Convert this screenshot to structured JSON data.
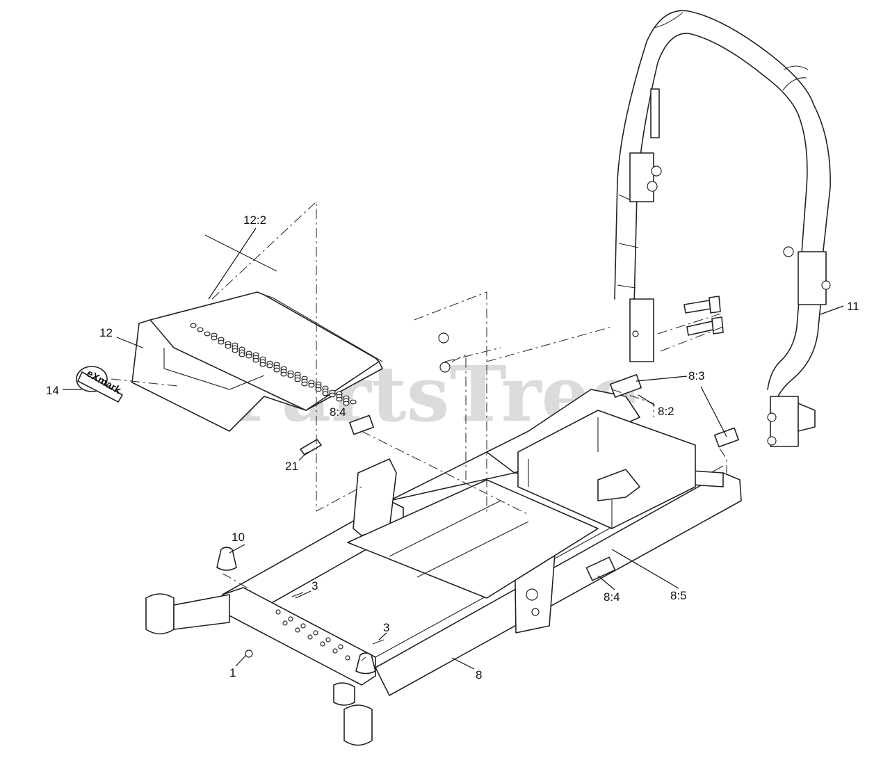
{
  "watermark": {
    "text": "PartsTree",
    "trademark": "™"
  },
  "logo": {
    "text": "eXmark"
  },
  "callouts": [
    {
      "id": "c-12-2",
      "label": "12:2"
    },
    {
      "id": "c-12",
      "label": "12"
    },
    {
      "id": "c-14",
      "label": "14"
    },
    {
      "id": "c-8-4-top",
      "label": "8:4"
    },
    {
      "id": "c-21",
      "label": "21"
    },
    {
      "id": "c-10",
      "label": "10"
    },
    {
      "id": "c-3-left",
      "label": "3"
    },
    {
      "id": "c-3-right",
      "label": "3"
    },
    {
      "id": "c-1",
      "label": "1"
    },
    {
      "id": "c-8",
      "label": "8"
    },
    {
      "id": "c-8-4-bottom",
      "label": "8:4"
    },
    {
      "id": "c-8-5",
      "label": "8:5"
    },
    {
      "id": "c-8-3",
      "label": "8:3"
    },
    {
      "id": "c-8-2",
      "label": "8:2"
    },
    {
      "id": "c-11",
      "label": "11"
    }
  ],
  "colors": {
    "line": "#222222",
    "watermark": "#cfcfcf",
    "background": "#ffffff"
  }
}
